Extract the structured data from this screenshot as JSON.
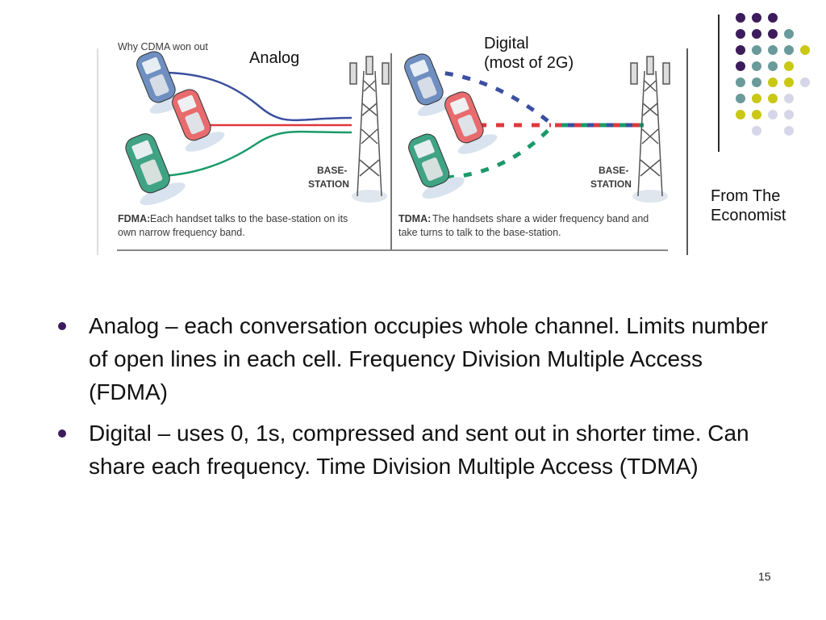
{
  "diagram": {
    "analog_label": "Analog",
    "digital_label_line1": "Digital",
    "digital_label_line2": "(most of 2G)",
    "left_station_line1": "BASE-",
    "left_station_line2": "STATION",
    "right_station_line1": "BASE-",
    "right_station_line2": "STATION",
    "fdma_title": "FDMA:",
    "fdma_caption_line1": "Each handset talks to the base-station on its",
    "fdma_caption_line2": "own narrow frequency band.",
    "tdma_title": "TDMA:",
    "tdma_caption_line1": "The handsets share a wider frequency band and",
    "tdma_caption_line2": "take turns to talk to the base-station.",
    "top_cropped_text": "Why CDMA won out"
  },
  "source": {
    "line1": "From The",
    "line2": "Economist"
  },
  "bullets": [
    {
      "text": "Analog – each conversation occupies whole channel. Limits number of open lines in each cell. Frequency Division Multiple Access (FDMA)"
    },
    {
      "text": "Digital – uses 0, 1s, compressed and sent out in shorter time. Can share each frequency. Time Division Multiple Access (TDMA)"
    }
  ],
  "page_number": "15",
  "colors": {
    "purple": "#3d1c5c",
    "teal": "#6a9a9a",
    "yellow": "#c9c814",
    "lavender": "#d6d6e8",
    "blue_signal": "#3b4fa0",
    "red_signal": "#e0383e",
    "green_signal": "#1a9a6a"
  }
}
